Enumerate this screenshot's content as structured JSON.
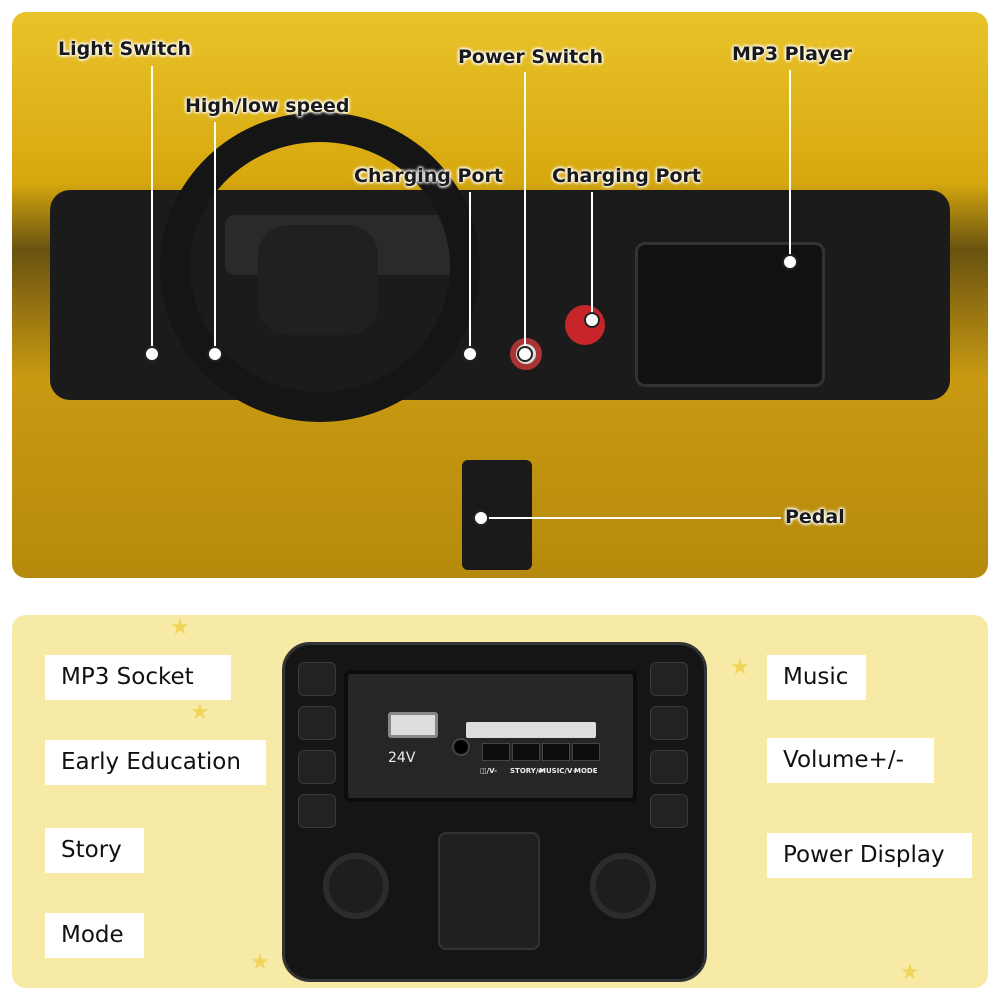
{
  "top_labels": {
    "light_switch": "Light Switch",
    "high_low_speed": "High/low speed",
    "power_switch": "Power Switch",
    "mp3_player": "MP3 Player",
    "charging_port_1": "Charging Port",
    "charging_port_2": "Charging Port",
    "pedal": "Pedal"
  },
  "bottom_labels": {
    "mp3_socket": "MP3 Socket",
    "early_education": "Early Education",
    "story": "Story",
    "mode": "Mode",
    "music": "Music",
    "volume": "Volume+/-",
    "power_display": "Power Display"
  },
  "panel": {
    "voltage": "24V",
    "buttons": [
      "◫/V-",
      "STORY/⏯",
      "MUSIC/V+",
      "MODE"
    ]
  }
}
